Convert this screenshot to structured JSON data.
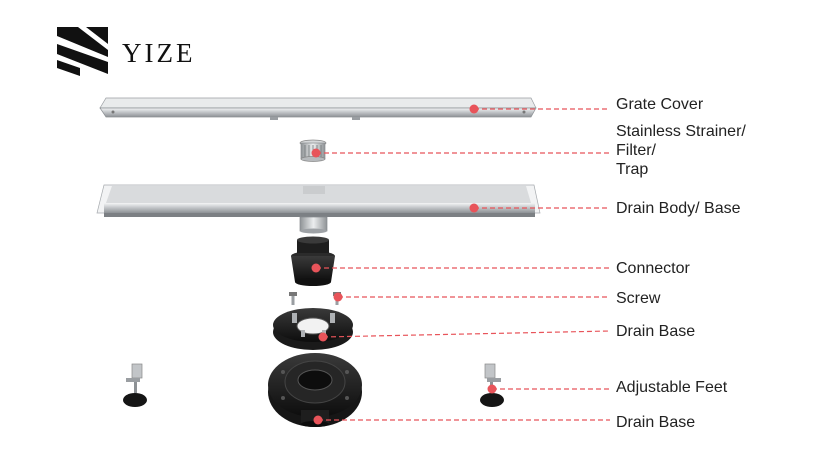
{
  "brand": {
    "name": "YIZE"
  },
  "colors": {
    "leader": "#e8545a",
    "part_dark": "#1a1a1a",
    "steel": "#c9cbcd"
  },
  "labels": [
    {
      "id": "grate-cover",
      "lines": [
        "Grate Cover"
      ]
    },
    {
      "id": "strainer",
      "lines": [
        "Stainless Strainer/",
        "Filter/",
        "Trap"
      ]
    },
    {
      "id": "drain-body",
      "lines": [
        "Drain Body/ Base"
      ]
    },
    {
      "id": "connector",
      "lines": [
        "Connector"
      ]
    },
    {
      "id": "screw",
      "lines": [
        "Screw"
      ]
    },
    {
      "id": "drain-base-1",
      "lines": [
        "Drain Base"
      ]
    },
    {
      "id": "adjustable-feet",
      "lines": [
        "Adjustable Feet"
      ]
    },
    {
      "id": "drain-base-2",
      "lines": [
        "Drain Base"
      ]
    }
  ]
}
